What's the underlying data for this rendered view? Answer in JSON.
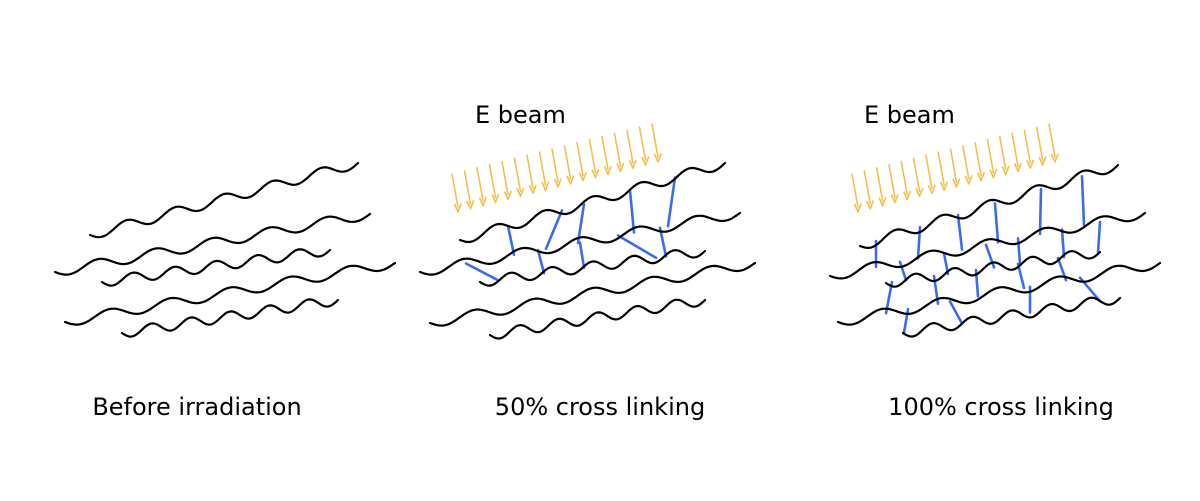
{
  "colors": {
    "chain": "#000000",
    "crosslink": "#3a6ee8",
    "beam": "#f2c04f",
    "background": "#ffffff"
  },
  "panels": [
    {
      "caption": "Before irradiation",
      "beam_label": "",
      "crosslink_percent": 0
    },
    {
      "caption": "50% cross linking",
      "beam_label": "E beam",
      "crosslink_percent": 50
    },
    {
      "caption": "100% cross linking",
      "beam_label": "E beam",
      "crosslink_percent": 100
    }
  ]
}
